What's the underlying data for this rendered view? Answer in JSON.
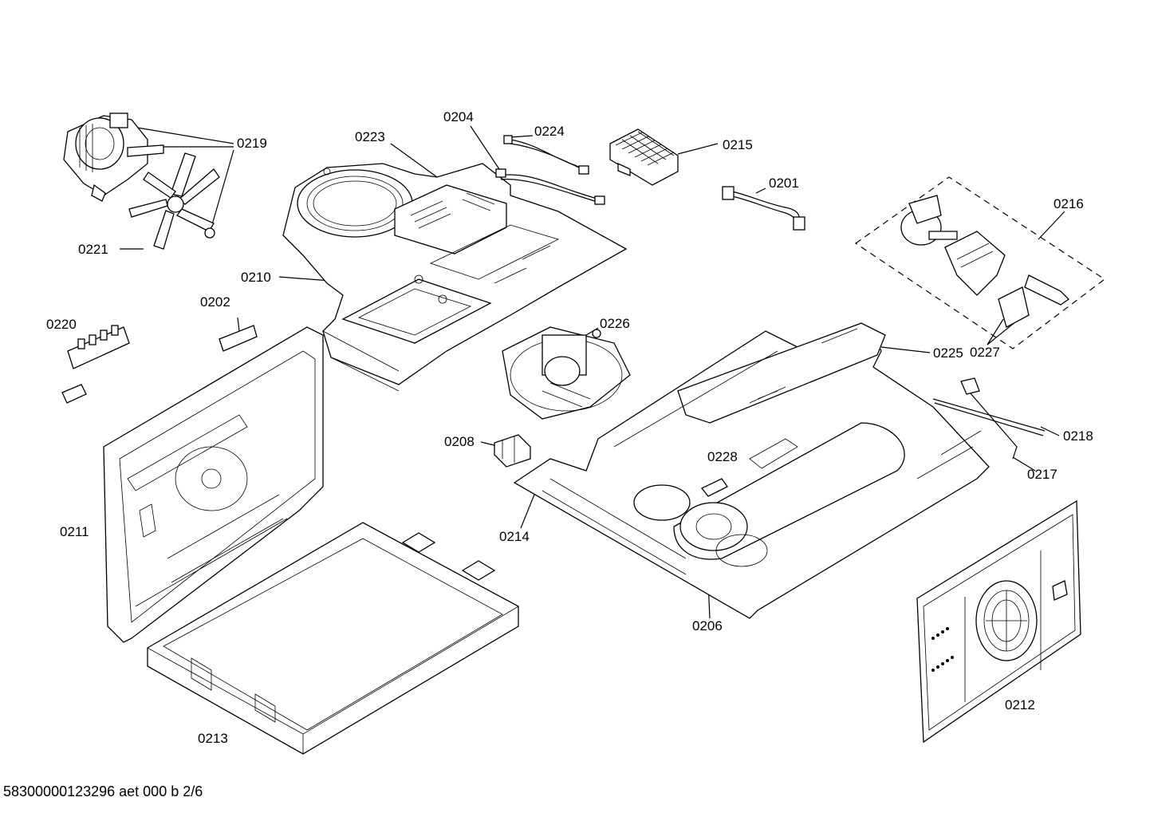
{
  "diagram": {
    "part_labels": [
      {
        "id": "l0219",
        "text": "0219"
      },
      {
        "id": "l0221",
        "text": "0221"
      },
      {
        "id": "l0223",
        "text": "0223"
      },
      {
        "id": "l0204",
        "text": "0204"
      },
      {
        "id": "l0224",
        "text": "0224"
      },
      {
        "id": "l0215",
        "text": "0215"
      },
      {
        "id": "l0201",
        "text": "0201"
      },
      {
        "id": "l0216",
        "text": "0216"
      },
      {
        "id": "l0210",
        "text": "0210"
      },
      {
        "id": "l0202",
        "text": "0202"
      },
      {
        "id": "l0220",
        "text": "0220"
      },
      {
        "id": "l0226",
        "text": "0226"
      },
      {
        "id": "l0225",
        "text": "0225"
      },
      {
        "id": "l0227",
        "text": "0227"
      },
      {
        "id": "l0208",
        "text": "0208"
      },
      {
        "id": "l0228",
        "text": "0228"
      },
      {
        "id": "l0218",
        "text": "0218"
      },
      {
        "id": "l0217",
        "text": "0217"
      },
      {
        "id": "l0211",
        "text": "0211"
      },
      {
        "id": "l0214",
        "text": "0214"
      },
      {
        "id": "l0206",
        "text": "0206"
      },
      {
        "id": "l0212",
        "text": "0212"
      },
      {
        "id": "l0213",
        "text": "0213"
      }
    ],
    "footer_code": "58300000123296 aet 000 b 2/6"
  }
}
